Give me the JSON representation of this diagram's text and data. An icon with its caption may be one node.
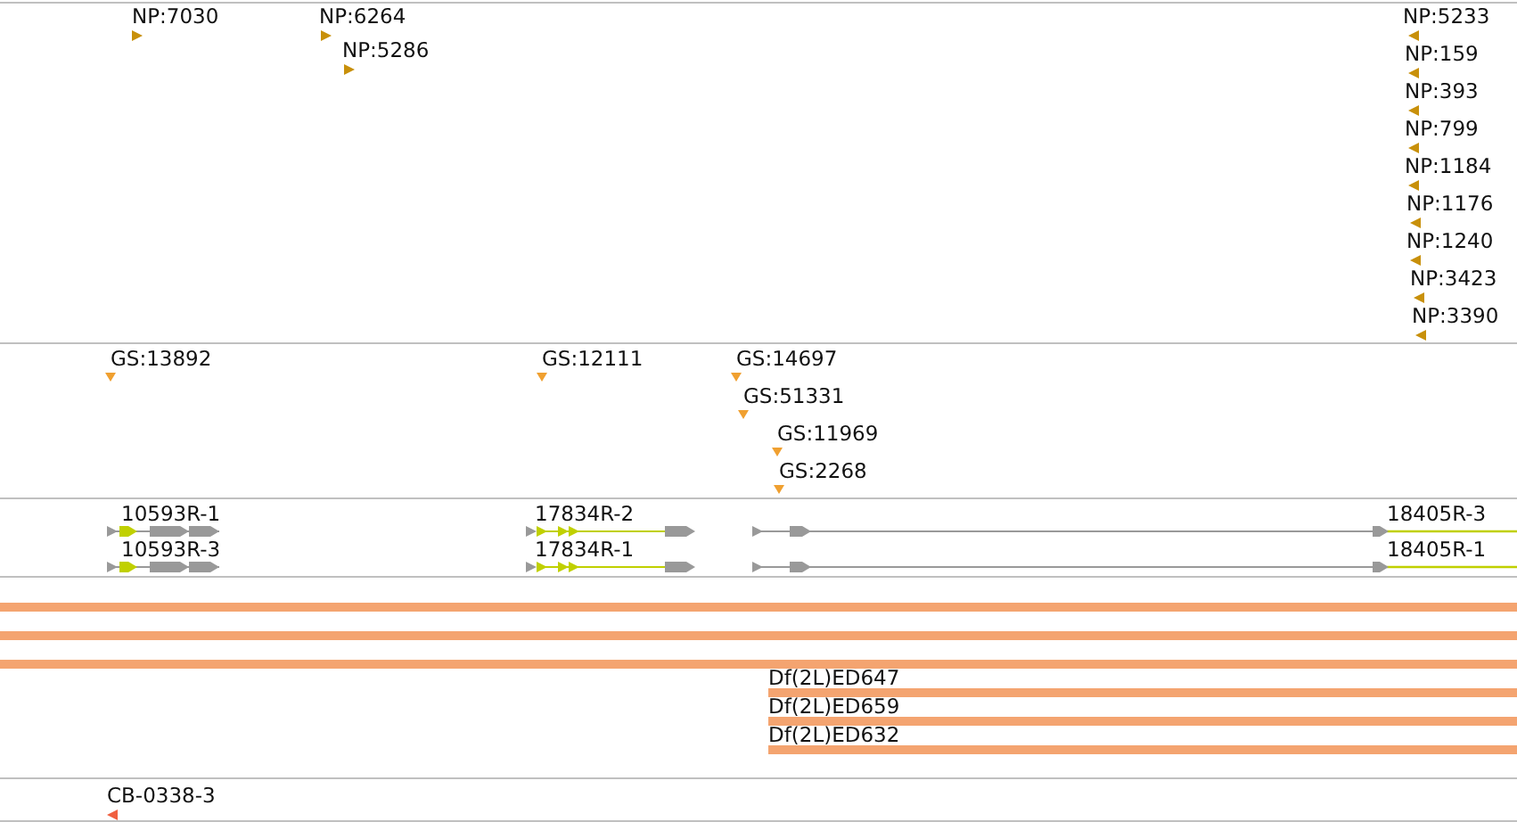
{
  "diagram": {
    "labels": [
      "NP:7030",
      "NP:6264",
      "NP:5233",
      "NP:5286",
      "NP:159",
      "NP:393",
      "NP:799",
      "NP:1184",
      "NP:1176",
      "NP:1240",
      "NP:3423",
      "NP:3390",
      "GS:13892",
      "GS:12111",
      "GS:14697",
      "GS:51331",
      "GS:11969",
      "GS:2268",
      "10593R-1",
      "17834R-2",
      "18405R-3",
      "10593R-3",
      "17834R-1",
      "18405R-1",
      "Df(2L)ED647",
      "Df(2L)ED659",
      "Df(2L)ED632",
      "CB-0338-3"
    ]
  }
}
